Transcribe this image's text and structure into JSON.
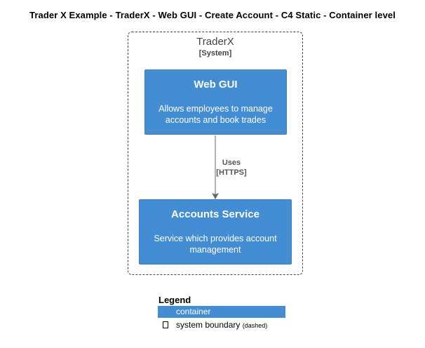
{
  "title": "Trader X Example - TraderX - Web GUI - Create Account - C4 Static - Container level",
  "boundary": {
    "name": "TraderX",
    "type": "[System]"
  },
  "containers": [
    {
      "name": "Web GUI",
      "description": "Allows employees to manage accounts and book trades"
    },
    {
      "name": "Accounts Service",
      "description": "Service which provides account management"
    }
  ],
  "relationship": {
    "label": "Uses",
    "technology": "[HTTPS]"
  },
  "legend": {
    "title": "Legend",
    "container_label": "container",
    "boundary_label": "system boundary",
    "boundary_note": "(dashed)"
  },
  "colors": {
    "container_fill": "#438dd5",
    "boundary_stroke": "#444444",
    "arrow": "#666666"
  }
}
